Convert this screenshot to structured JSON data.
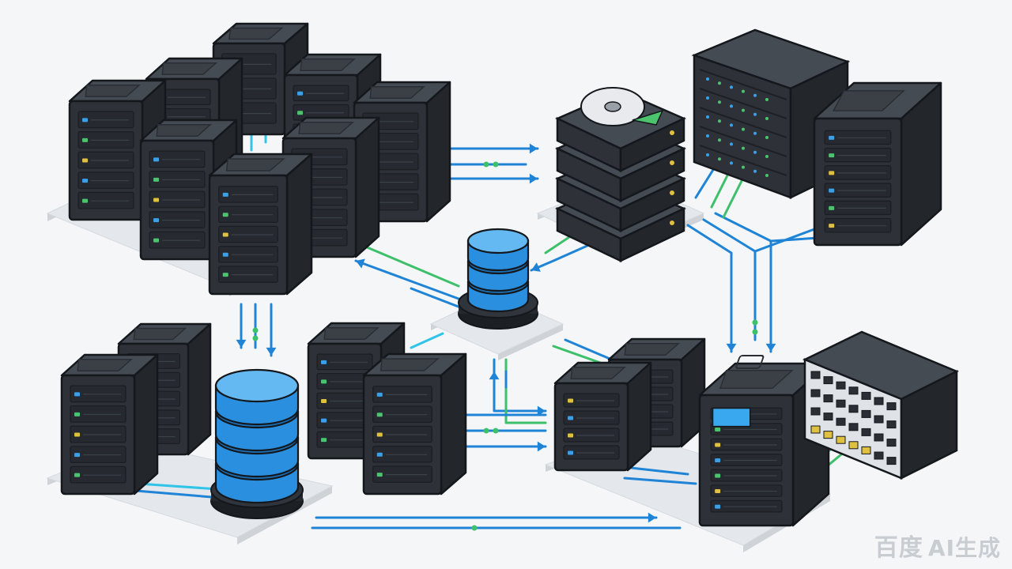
{
  "colors": {
    "background": "#f4f6f8",
    "platform_top": "#e4e7eb",
    "platform_side": "#cfd3d8",
    "server_front": "#2e3238",
    "server_top": "#454b53",
    "server_side": "#23272c",
    "outline": "#14171b",
    "link_blue": "#1f84d6",
    "link_cyan": "#2fc4e8",
    "link_green": "#3ec06a",
    "db_blue": "#2a8fde",
    "db_light": "#64b9f2",
    "led_blue": "#3aa0e8",
    "led_green": "#4cc46e",
    "led_yellow": "#e0c040"
  },
  "icons": {
    "server_rack": "server-rack-icon",
    "database": "database-cylinder-icon",
    "storage_array": "storage-array-icon",
    "hard_disk": "hard-disk-icon",
    "network_switch": "network-switch-icon",
    "data_flow_arrow": "arrow-icon"
  },
  "clusters": [
    {
      "id": "compute-cluster",
      "servers": 8
    },
    {
      "id": "storage-cluster",
      "devices": 3
    },
    {
      "id": "database-cluster",
      "servers": 4,
      "databases": 1
    },
    {
      "id": "edge-cluster",
      "servers": 3,
      "switches": 1
    },
    {
      "id": "central-database",
      "databases": 1
    }
  ],
  "watermark": {
    "cn": "百度",
    "ai": "AI生成"
  }
}
